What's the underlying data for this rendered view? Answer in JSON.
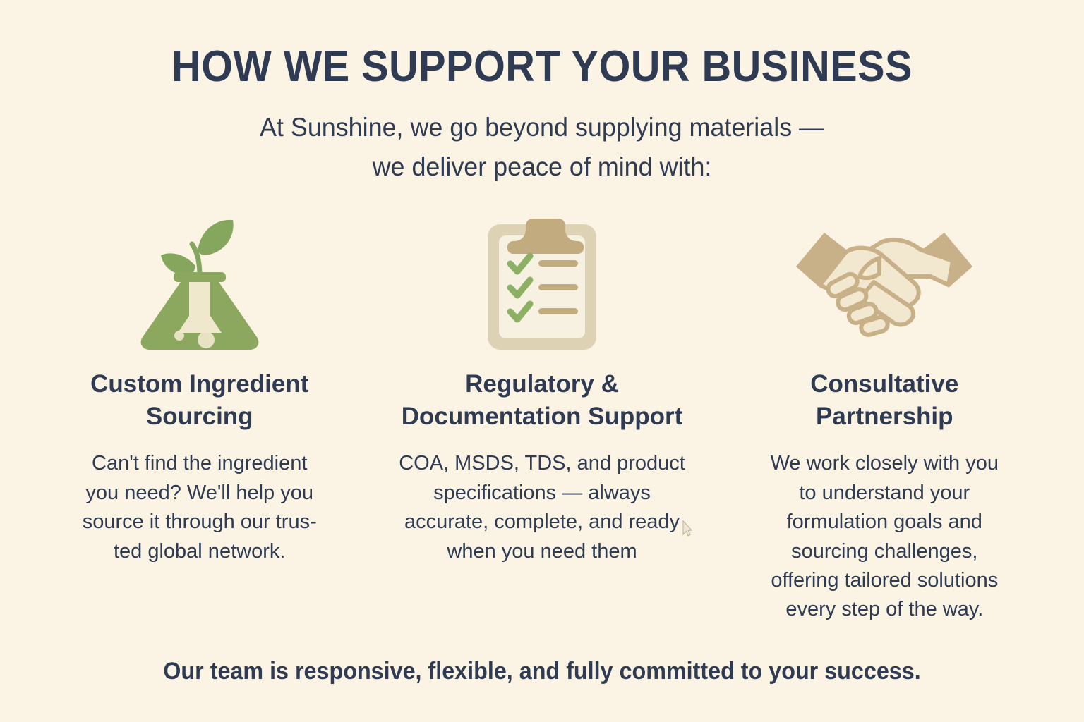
{
  "header": {
    "title": "HOW WE SUPPORT YOUR BUSINESS",
    "subtitle_line1": "At Sunshine, we go beyond supplying materials —",
    "subtitle_line2": "we deliver peace of mind with:"
  },
  "columns": [
    {
      "icon": "flask-with-sprout-icon",
      "title_line1": "Custom Ingredient",
      "title_line2": "Sourcing",
      "body_lines": [
        "Can't find the ingredient",
        "you need? We'll help you",
        "source it through our trus-",
        "ted global network."
      ]
    },
    {
      "icon": "clipboard-checklist-icon",
      "title_line1": "Regulatory &",
      "title_line2": "Documentation Support",
      "body_lines": [
        "COA, MSDS, TDS, and product",
        "specifications — always",
        "accurate, complete, and ready",
        "when you need them"
      ]
    },
    {
      "icon": "handshake-icon",
      "title_line1": "Consultative",
      "title_line2": "Partnership",
      "body_lines": [
        "We work closely with you",
        "to understand your",
        "formulation goals and",
        "sourcing challenges,",
        "offering tailored solutions",
        "every step of the way."
      ]
    }
  ],
  "footer": {
    "text": "Our team is responsive, flexible, and fully committed to your success."
  },
  "colors": {
    "background": "#fbf3e4",
    "text_navy": "#2e3b52",
    "flask_green": "#8ba85e",
    "leaf_green": "#84a75d",
    "flask_liquid_cream": "#efe8cd",
    "clipboard_border": "#ddd2b4",
    "clipboard_clip": "#c2ab7f",
    "clipboard_paper": "#f7f1e2",
    "check_green": "#8cb064",
    "line_tan": "#c2ab7f",
    "hand_fill": "#f2e8d0",
    "hand_outline": "#c8b088",
    "cuff_tan": "#c8b088"
  }
}
